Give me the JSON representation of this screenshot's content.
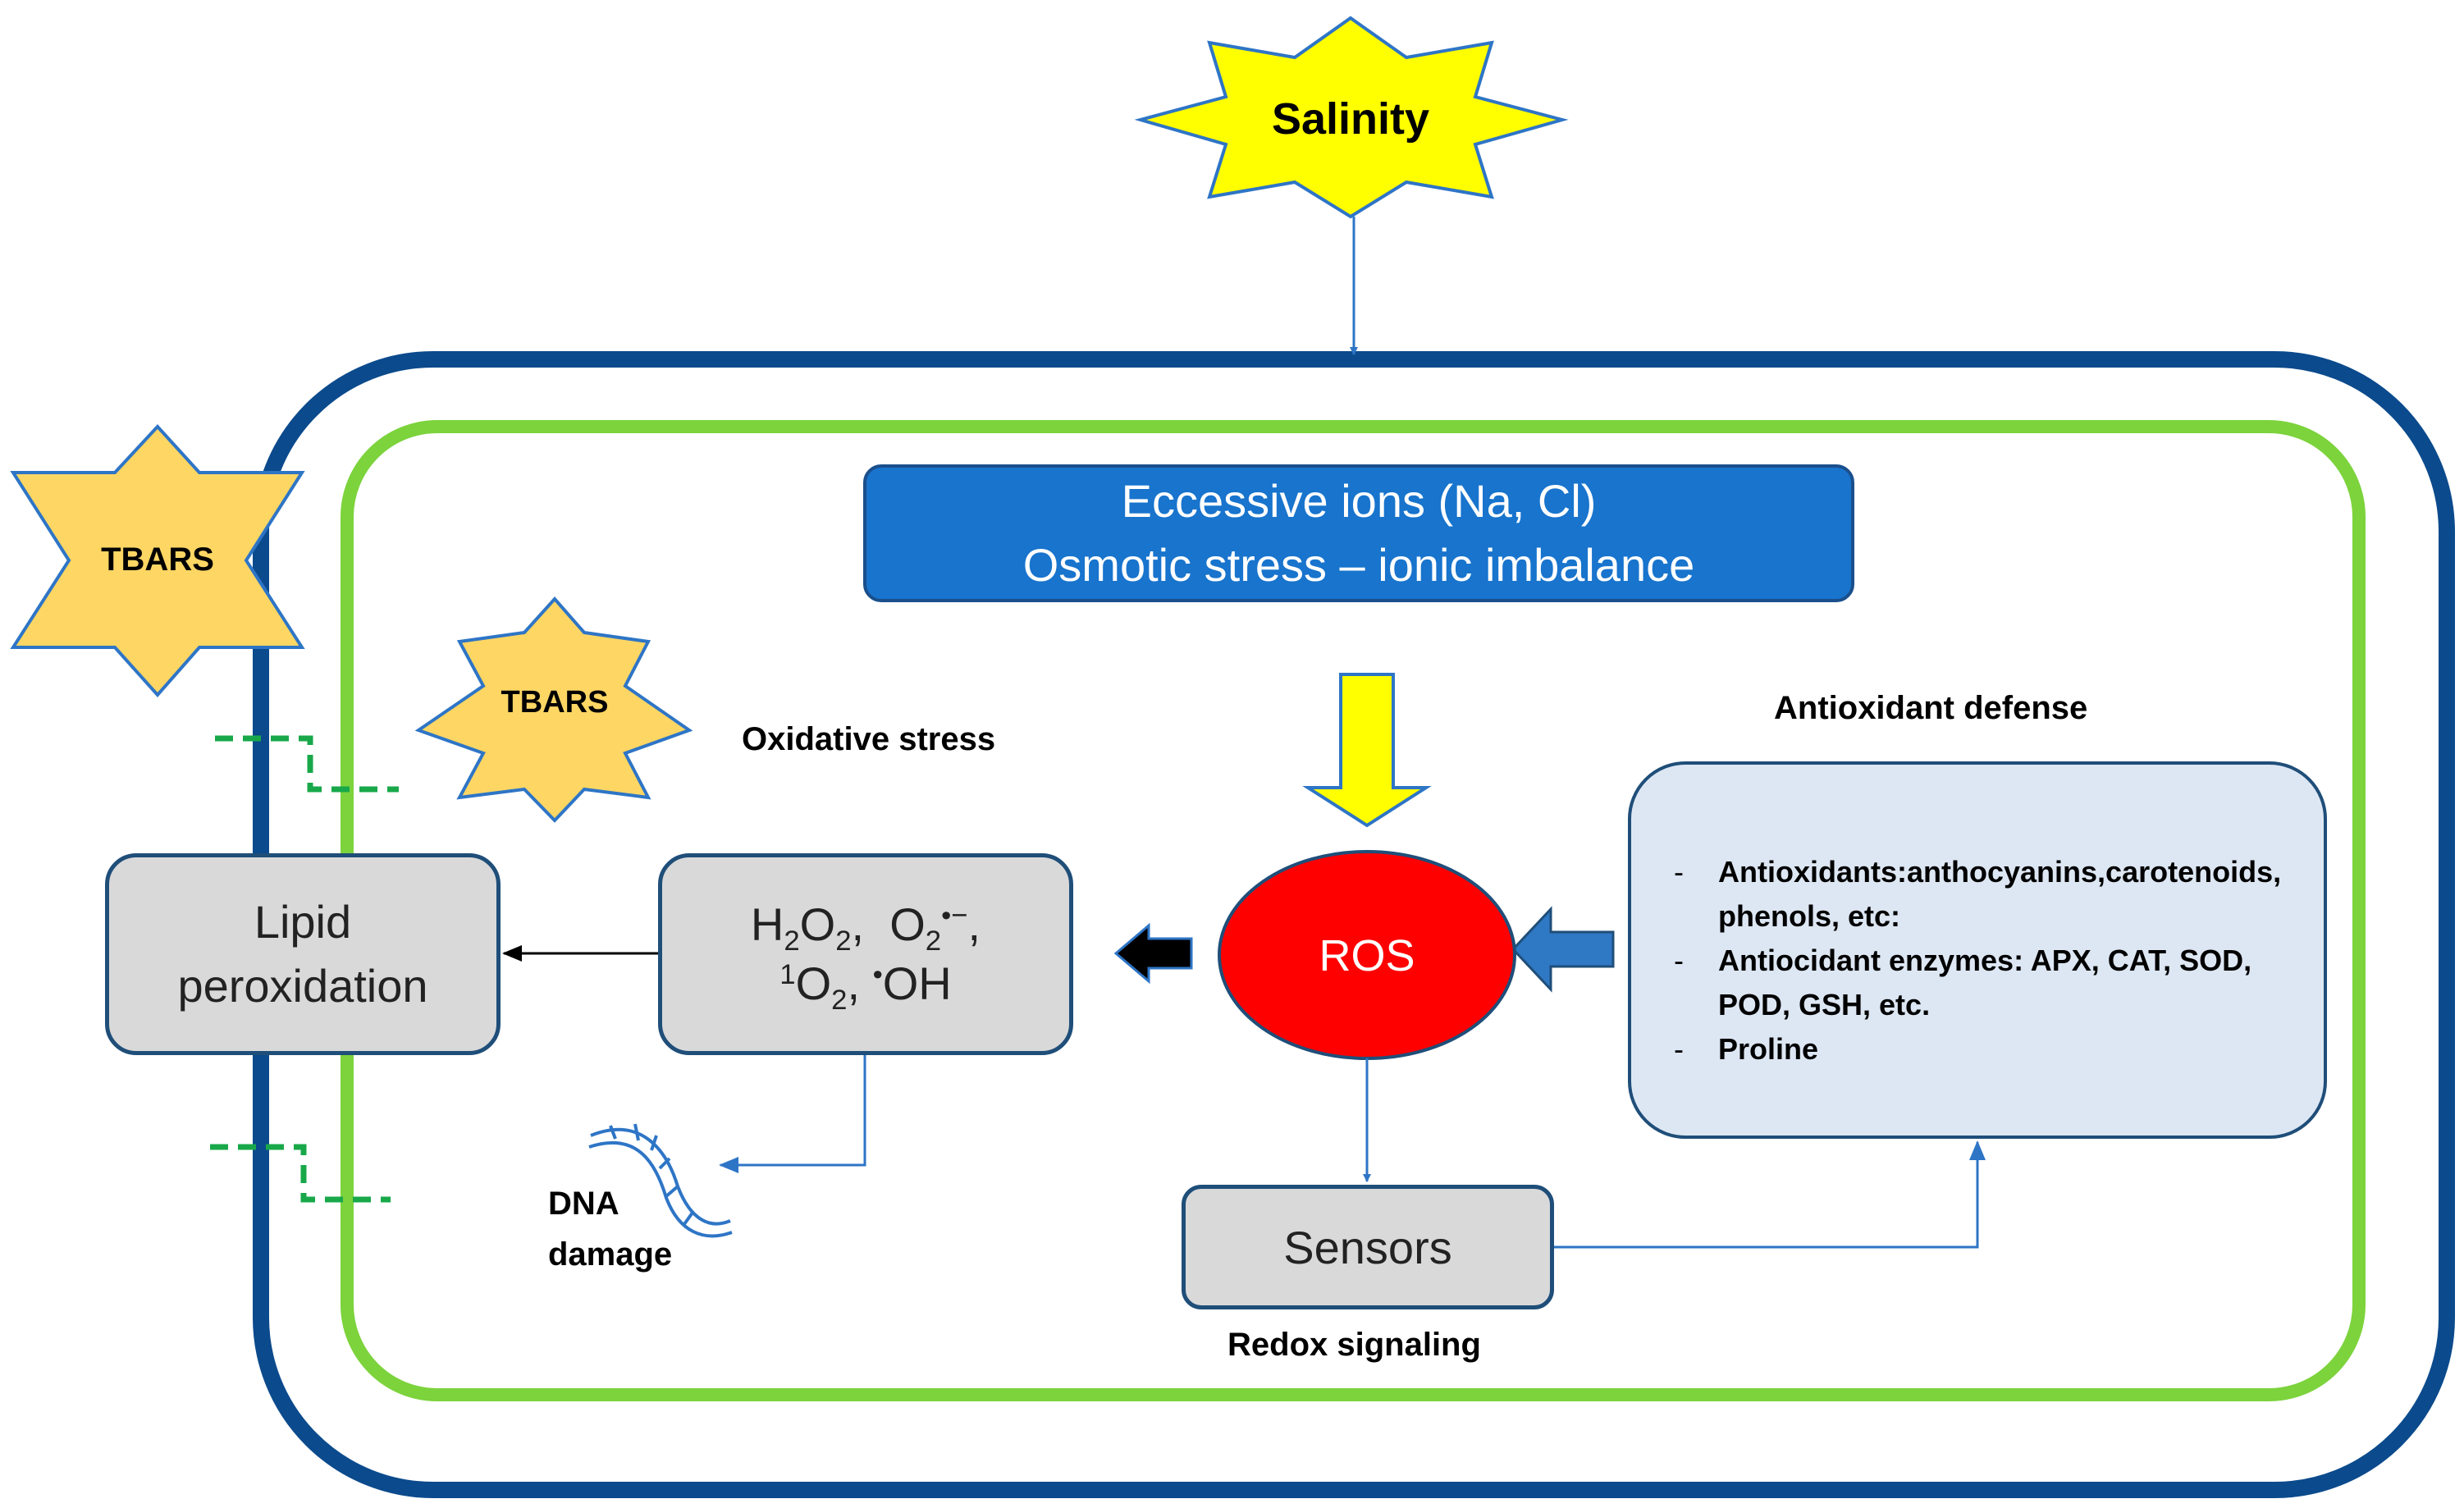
{
  "salinity": "Salinity",
  "ions_box": {
    "line1": "Eccessive ions (Na, Cl)",
    "line2": "Osmotic stress – ionic imbalance"
  },
  "tbars_outer": "TBARS",
  "tbars_inner": "TBARS",
  "oxidative_stress": "Oxidative stress",
  "lipid_box": {
    "line1": "Lipid",
    "line2": "peroxidation"
  },
  "ros_species": {
    "h": "H",
    "h2o2_sub1": "2",
    "o": "O",
    "h2o2_sub2": "2",
    "sep1": ",  O",
    "o2_sub": "2",
    "radical_anion": "•−",
    "trail": ",",
    "singlet_sup": "1",
    "singlet_o": "O",
    "singlet_sub": "2",
    "sep2": ", ",
    "radical_dot": "•",
    "oh": "OH"
  },
  "ros": "ROS",
  "dna_damage": {
    "line1": "DNA",
    "line2": "damage"
  },
  "sensors": "Sensors",
  "redox_signaling": "Redox signaling",
  "antioxidant_defense": {
    "title": "Antioxidant defense",
    "items": [
      "Antioxidants:anthocyanins,carotenoids, phenols, etc:",
      "Antiocidant enzymes: APX, CAT, SOD, POD, GSH, etc.",
      "Proline"
    ]
  },
  "colors": {
    "outer_wall": "#0b4a8c",
    "inner_membrane": "#7cd33c",
    "salinity_star": "#ffff00",
    "tbars_star": "#fdd664",
    "ions_box": "#1874cd",
    "ros_ellipse": "#ff0000",
    "grey_box": "#d9d9d9",
    "defense_box": "#dde7f3",
    "yellow_arrow": "#ffff00",
    "blue_arrow": "#2f78c4",
    "black_arrow": "#000000",
    "connector": "#2e75c6",
    "dashed_line": "#18a84a"
  }
}
